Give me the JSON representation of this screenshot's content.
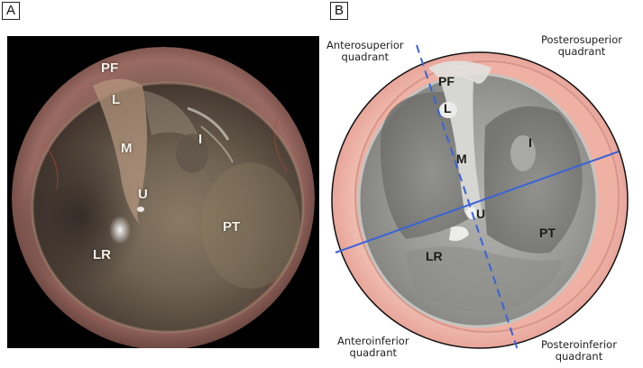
{
  "panels": {
    "a": {
      "letter": "A"
    },
    "b": {
      "letter": "B"
    }
  },
  "photo": {
    "labels": {
      "pf": "PF",
      "l": "L",
      "m": "M",
      "i": "I",
      "u": "U",
      "pt": "PT",
      "lr": "LR"
    }
  },
  "diagram": {
    "labels": {
      "pf": "PF",
      "l": "L",
      "m": "M",
      "i": "I",
      "u": "U",
      "pt": "PT",
      "lr": "LR"
    },
    "quadrants": {
      "anterosuperior": {
        "line1": "Anterosuperior",
        "line2": "quadrant"
      },
      "posterosuperior": {
        "line1": "Posterosuperior",
        "line2": "quadrant"
      },
      "anteroinferior": {
        "line1": "Anteroinferior",
        "line2": "quadrant"
      },
      "posteroinferior": {
        "line1": "Posteroinferior",
        "line2": "quadrant"
      }
    }
  },
  "colors": {
    "axis_line": "#3a63d8",
    "ear_canal_skin": "#e8a59a",
    "tympanic_membrane": "#9b9b98"
  }
}
